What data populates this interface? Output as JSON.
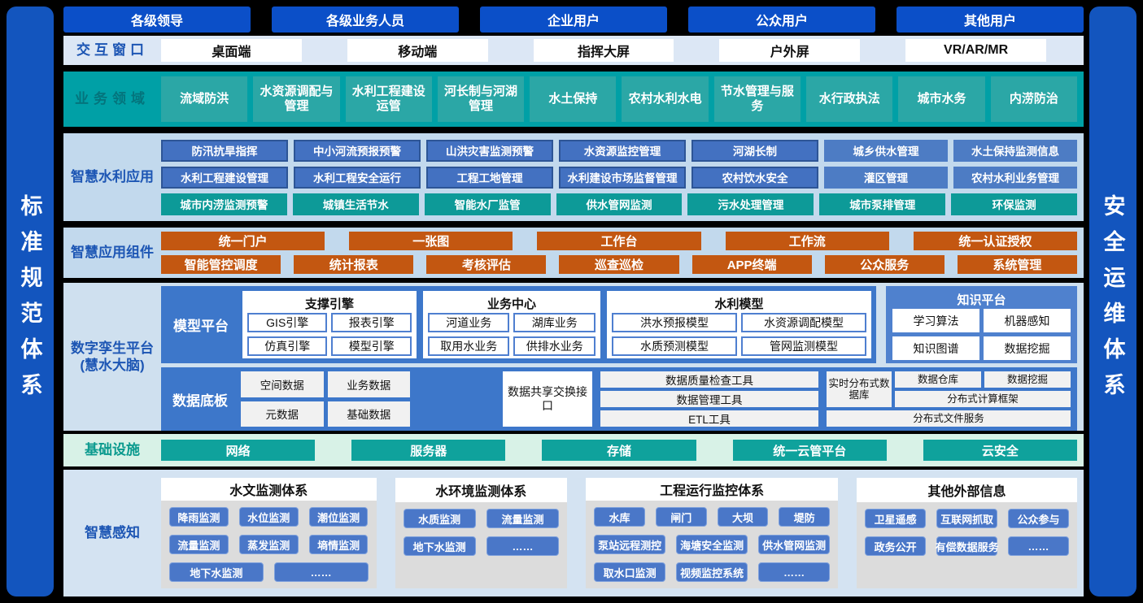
{
  "sidebars": {
    "left": "标准规范体系",
    "right": "安全运维体系"
  },
  "users": [
    "各级领导",
    "各级业务人员",
    "企业用户",
    "公众用户",
    "其他用户"
  ],
  "interaction": {
    "label": "交互窗口",
    "items": [
      "桌面端",
      "移动端",
      "指挥大屏",
      "户外屏",
      "VR/AR/MR"
    ]
  },
  "business": {
    "label": "业务领域",
    "items": [
      "流域防洪",
      "水资源调配与管理",
      "水利工程建设运管",
      "河长制与河湖管理",
      "水土保持",
      "农村水利水电",
      "节水管理与服务",
      "水行政执法",
      "城市水务",
      "内涝防治"
    ]
  },
  "applications": {
    "label": "智慧水利应用",
    "rowA": [
      "防汛抗旱指挥",
      "中小河流预报预警",
      "山洪灾害监测预警",
      "水资源监控管理",
      "河湖长制",
      "城乡供水管理",
      "水土保持监测信息"
    ],
    "rowB": [
      "水利工程建设管理",
      "水利工程安全运行",
      "工程工地管理",
      "水利建设市场监督管理",
      "农村饮水安全",
      "灌区管理",
      "农村水利业务管理"
    ],
    "rowC": [
      "城市内涝监测预警",
      "城镇生活节水",
      "智能水厂监管",
      "供水管网监测",
      "污水处理管理",
      "城市泵排管理",
      "环保监测"
    ]
  },
  "components": {
    "label": "智慧应用组件",
    "row1": [
      "统一门户",
      "一张图",
      "工作台",
      "工作流",
      "统一认证授权"
    ],
    "row2": [
      "智能管控调度",
      "统计报表",
      "考核评估",
      "巡查巡检",
      "APP终端",
      "公众服务",
      "系统管理"
    ]
  },
  "twin": {
    "label": "数字孪生平台(慧水大脑)",
    "model_platform": {
      "label": "模型平台",
      "panels": [
        {
          "title": "支撑引擎",
          "items": [
            "GIS引擎",
            "报表引擎",
            "仿真引擎",
            "模型引擎"
          ]
        },
        {
          "title": "业务中心",
          "items": [
            "河道业务",
            "湖库业务",
            "取用水业务",
            "供排水业务"
          ]
        },
        {
          "title": "水利模型",
          "items": [
            "洪水预报模型",
            "水资源调配模型",
            "水质预测模型",
            "管网监测模型"
          ]
        }
      ]
    },
    "knowledge": {
      "title": "知识平台",
      "items": [
        "学习算法",
        "机器感知",
        "知识图谱",
        "数据挖掘"
      ]
    },
    "data_base": {
      "label": "数据底板",
      "cells": [
        "空间数据",
        "业务数据",
        "元数据",
        "基础数据"
      ],
      "share": "数据共享交换接口",
      "tools": [
        "数据质量检查工具",
        "数据管理工具",
        "ETL工具"
      ],
      "cluster": {
        "realtime": "实时分布式数据库",
        "warehouse": "数据仓库",
        "mining": "数据挖掘",
        "framework": "分布式计算框架",
        "fileservice": "分布式文件服务"
      }
    }
  },
  "infrastructure": {
    "label": "基础设施",
    "items": [
      "网络",
      "服务器",
      "存储",
      "统一云管平台",
      "云安全"
    ]
  },
  "perception": {
    "label": "智慧感知",
    "panels": [
      {
        "title": "水文监测体系",
        "rows": [
          [
            "降雨监测",
            "水位监测",
            "潮位监测"
          ],
          [
            "流量监测",
            "蒸发监测",
            "墒情监测"
          ],
          [
            "地下水监测",
            "……"
          ]
        ]
      },
      {
        "title": "水环境监测体系",
        "rows": [
          [
            "水质监测",
            "流量监测"
          ],
          [
            "地下水监测",
            "……"
          ]
        ]
      },
      {
        "title": "工程运行监控体系",
        "rows": [
          [
            "水库",
            "闸门",
            "大坝",
            "堤防"
          ],
          [
            "泵站远程测控",
            "海塘安全监测",
            "供水管网监测"
          ],
          [
            "取水口监测",
            "视频监控系统",
            "……"
          ]
        ]
      },
      {
        "title": "其他外部信息",
        "rows": [
          [
            "卫星遥感",
            "互联网抓取",
            "公众参与"
          ],
          [
            "政务公开",
            "有偿数据服务",
            "……"
          ]
        ]
      }
    ]
  },
  "colors": {
    "accent_blue": "#0b4fc8",
    "sidebar_blue": "#1355be",
    "teal": "#00a0a6",
    "app_blue": "#4371c1",
    "app_teal": "#0d9a98",
    "orange": "#c35711",
    "panel_blue": "#3d77ca",
    "infra_teal": "#0fa29c",
    "sense_button": "#4a77c8"
  }
}
